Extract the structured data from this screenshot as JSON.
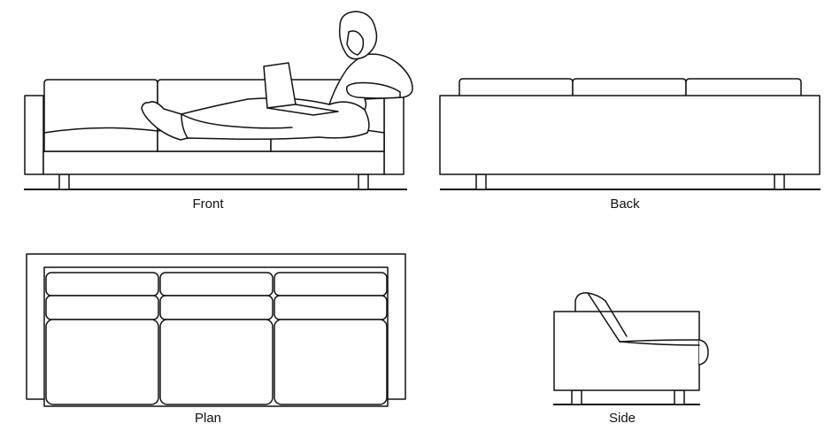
{
  "views": {
    "front": {
      "label": "Front"
    },
    "back": {
      "label": "Back"
    },
    "plan": {
      "label": "Plan"
    },
    "side": {
      "label": "Side"
    }
  },
  "colors": {
    "line": "#111111",
    "background": "#ffffff"
  }
}
